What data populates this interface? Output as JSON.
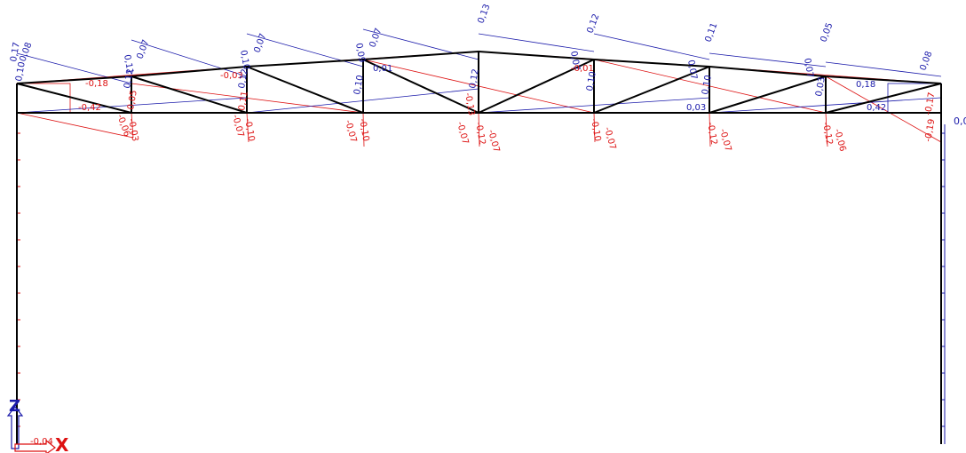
{
  "colors": {
    "structure": "#000000",
    "positive": "#1a1aaa",
    "negative": "#dd1111",
    "axis_z": "#1a1aaa",
    "axis_x": "#dd1111"
  },
  "axes": {
    "z_label": "Z",
    "x_label": "X"
  },
  "labels": {
    "base_value": "-0,04",
    "edge_value": "0,0"
  },
  "annotations": [
    {
      "text": "0,17",
      "color": "positive"
    },
    {
      "text": "0,10",
      "color": "positive"
    },
    {
      "text": "0,08",
      "color": "positive"
    },
    {
      "text": "-0,18",
      "color": "negative"
    },
    {
      "text": "-0,42",
      "color": "negative"
    },
    {
      "text": "0,11",
      "color": "positive"
    },
    {
      "text": "0,07",
      "color": "positive"
    },
    {
      "text": "0,12",
      "color": "positive"
    },
    {
      "text": "0,05",
      "color": "negative"
    },
    {
      "text": "-0,06",
      "color": "negative"
    },
    {
      "text": "-0,03",
      "color": "negative"
    },
    {
      "text": "0,10",
      "color": "positive"
    },
    {
      "text": "0,07",
      "color": "positive"
    },
    {
      "text": "-0,03",
      "color": "negative"
    },
    {
      "text": "0,12",
      "color": "positive"
    },
    {
      "text": "0,11",
      "color": "negative"
    },
    {
      "text": "-0,07",
      "color": "negative"
    },
    {
      "text": "-0,10",
      "color": "negative"
    },
    {
      "text": "0,09",
      "color": "positive"
    },
    {
      "text": "0,07",
      "color": "positive"
    },
    {
      "text": "0,01",
      "color": "positive"
    },
    {
      "text": "0,10",
      "color": "positive"
    },
    {
      "text": "-0,07",
      "color": "negative"
    },
    {
      "text": "-0,10",
      "color": "negative"
    },
    {
      "text": "0,13",
      "color": "positive"
    },
    {
      "text": "0,12",
      "color": "positive"
    },
    {
      "text": "-0,13",
      "color": "negative"
    },
    {
      "text": "-0,07",
      "color": "negative"
    },
    {
      "text": "-0,12",
      "color": "negative"
    },
    {
      "text": "-0,07",
      "color": "negative"
    },
    {
      "text": "0,12",
      "color": "positive"
    },
    {
      "text": "0,07",
      "color": "positive"
    },
    {
      "text": "-0,01",
      "color": "negative"
    },
    {
      "text": "0,10",
      "color": "positive"
    },
    {
      "text": "-0,10",
      "color": "negative"
    },
    {
      "text": "-0,07",
      "color": "negative"
    },
    {
      "text": "0,11",
      "color": "positive"
    },
    {
      "text": "0,07",
      "color": "positive"
    },
    {
      "text": "0,10",
      "color": "positive"
    },
    {
      "text": "0,03",
      "color": "positive"
    },
    {
      "text": "-0,12",
      "color": "negative"
    },
    {
      "text": "-0,07",
      "color": "negative"
    },
    {
      "text": "0,05",
      "color": "positive"
    },
    {
      "text": "0,07",
      "color": "positive"
    },
    {
      "text": "0,03",
      "color": "positive"
    },
    {
      "text": "-0,12",
      "color": "negative"
    },
    {
      "text": "-0,06",
      "color": "negative"
    },
    {
      "text": "0,18",
      "color": "positive"
    },
    {
      "text": "0,42",
      "color": "positive"
    },
    {
      "text": "0,08",
      "color": "positive"
    },
    {
      "text": "-0,17",
      "color": "negative"
    },
    {
      "text": "-0,19",
      "color": "negative"
    }
  ]
}
